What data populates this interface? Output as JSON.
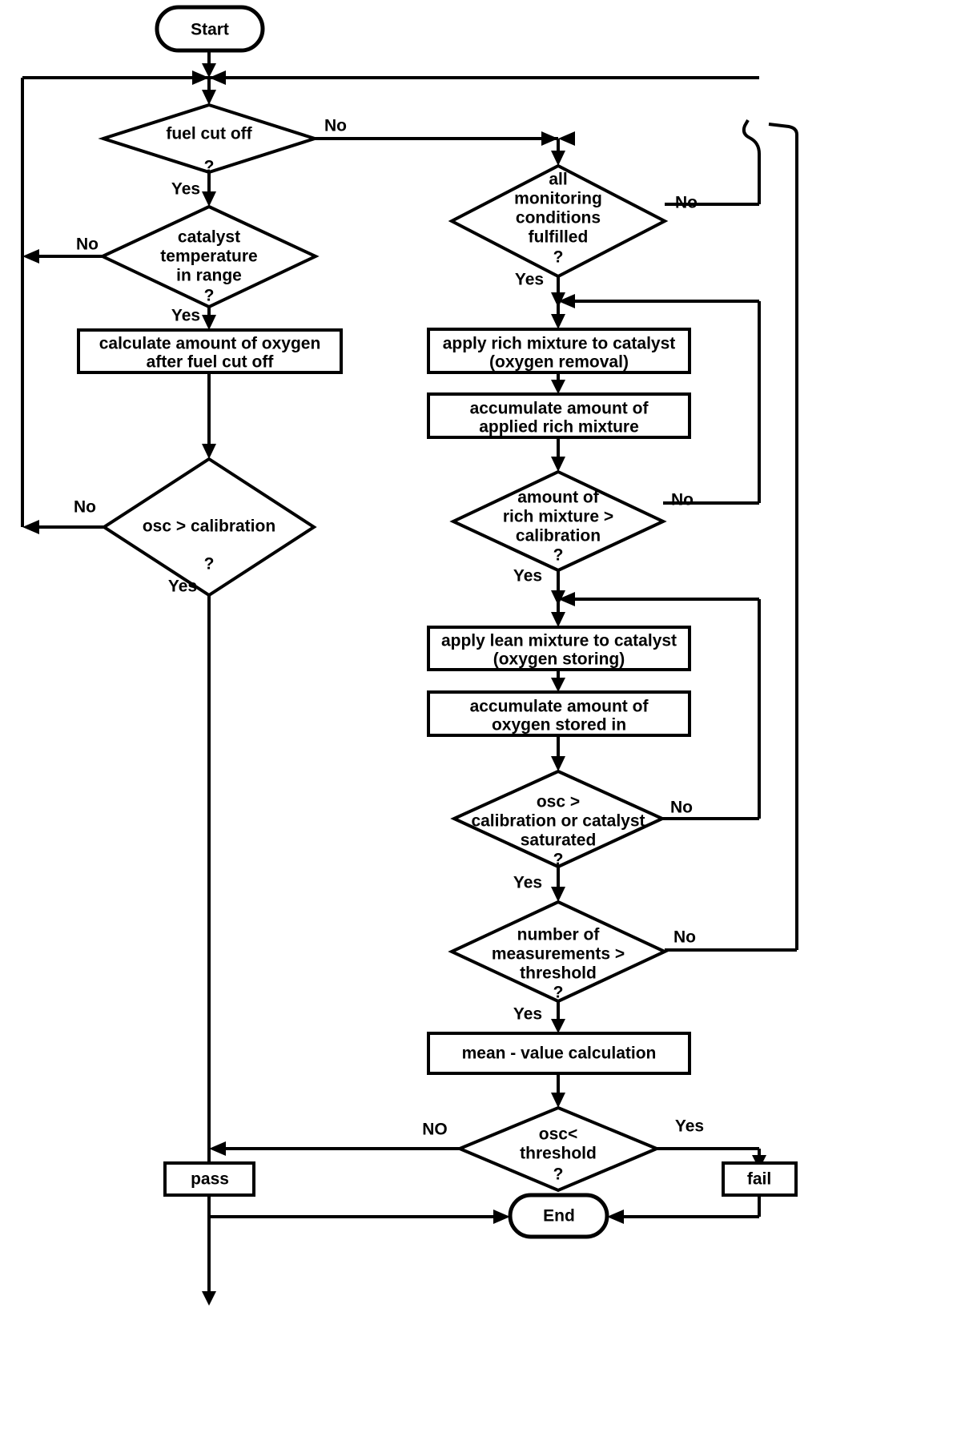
{
  "diagram": {
    "type": "flowchart",
    "title": "",
    "orientation": "vertical",
    "background_color": "#ffffff",
    "line_color": "#000000",
    "fill_color": "#ffffff"
  },
  "nodes": {
    "start": {
      "label": "Start",
      "shape": "terminator"
    },
    "fuel_cut_off": {
      "label": "fuel cut off",
      "question_mark": "?",
      "shape": "decision"
    },
    "catalyst_temp": {
      "line1": "catalyst",
      "line2": "temperature",
      "line3": "in range",
      "question_mark": "?",
      "shape": "decision"
    },
    "calc_oxygen": {
      "line1": "calculate amount of oxygen",
      "line2": "after fuel cut off",
      "shape": "process"
    },
    "osc_calibration": {
      "label": "osc > calibration",
      "question_mark": "?",
      "shape": "decision"
    },
    "monitoring_conditions": {
      "line1": "all",
      "line2": "monitoring",
      "line3": "conditions",
      "line4": "fulfilled",
      "question_mark": "?",
      "shape": "decision"
    },
    "apply_rich": {
      "line1": "apply rich mixture to catalyst",
      "line2": "(oxygen removal)",
      "shape": "process"
    },
    "accumulate_rich": {
      "line1": "accumulate amount of",
      "line2": "applied rich mixture",
      "shape": "process"
    },
    "amount_rich_gt_cal": {
      "line1": "amount of",
      "line2": "rich mixture >",
      "line3": "calibration",
      "question_mark": "?",
      "shape": "decision"
    },
    "apply_lean": {
      "line1": "apply lean mixture to catalyst",
      "line2": "(oxygen storing)",
      "shape": "process"
    },
    "accumulate_oxygen": {
      "line1": "accumulate amount of",
      "line2": "oxygen stored in",
      "shape": "process"
    },
    "osc_or_saturated": {
      "line1": "osc >",
      "line2": "calibration  or catalyst",
      "line3": "saturated",
      "question_mark": "?",
      "shape": "decision"
    },
    "num_measurements": {
      "line1": "number of",
      "line2": "measurements >",
      "line3": "threshold",
      "question_mark": "?",
      "shape": "decision"
    },
    "mean_value": {
      "label": "mean - value calculation",
      "shape": "process"
    },
    "osc_lt_threshold": {
      "line1": "osc<",
      "line2": "threshold",
      "question_mark": "?",
      "shape": "decision"
    },
    "pass": {
      "label": "pass",
      "shape": "process"
    },
    "fail": {
      "label": "fail",
      "shape": "process"
    },
    "end": {
      "label": "End",
      "shape": "terminator"
    }
  },
  "edge_labels": {
    "fuel_cut_off_no": "No",
    "fuel_cut_off_yes": "Yes",
    "catalyst_temp_no": "No",
    "catalyst_temp_yes": "Yes",
    "osc_calibration_no": "No",
    "osc_calibration_yes": "Yes",
    "monitoring_no": "No",
    "monitoring_yes": "Yes",
    "amount_rich_no": "No",
    "amount_rich_yes": "Yes",
    "osc_saturated_no": "No",
    "osc_saturated_yes": "Yes",
    "num_measurements_no": "No",
    "num_measurements_yes": "Yes",
    "osc_threshold_no": "NO",
    "osc_threshold_yes": "Yes"
  }
}
